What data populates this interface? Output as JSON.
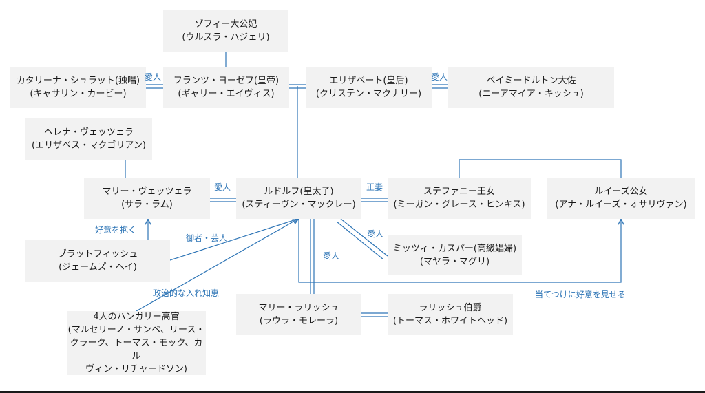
{
  "nodes": {
    "sophie": "ゾフィー大公妃\n(ウルスラ・ハジェリ)",
    "katharina": "カタリーナ・シュラット(独唱)\n(キャサリン・カービー)",
    "franz": "フランツ・ヨーゼフ(皇帝)\n(ギャリー・エイヴィス)",
    "elisabeth": "エリザベート(皇后)\n(クリステン・マクナリー)",
    "bay": "ベイミードルトン大佐\n(ニーアマイア・キッシュ)",
    "helene": "ヘレナ・ヴェッツェラ\n(エリザベス・マクゴリアン)",
    "mary": "マリー・ヴェッツェラ\n(サラ・ラム)",
    "rudolf": "ルドルフ(皇太子)\n(スティーヴン・マックレー)",
    "stephanie": "ステファニー王女\n(ミーガン・グレース・ヒンキス)",
    "louise": "ルイーズ公女\n(アナ・ルイーズ・オサリヴァン)",
    "bratfisch": "ブラットフィッシュ\n(ジェームズ・ヘイ)",
    "mitzi": "ミッツィ・カスパー(高級娼婦)\n(マヤラ・マグリ)",
    "larisch": "マリー・ラリッシュ\n(ラウラ・モレーラ)",
    "count_larisch": "ラリッシュ伯爵\n(トーマス・ホワイトヘッド)",
    "officers": "4人のハンガリー高官\n(マルセリーノ・サンベ、リース・\nクラーク、トーマス・モック、カル\nヴィン・リチャードソン)"
  },
  "edge_labels": {
    "lover_franz_katharina": "愛人",
    "lover_elisabeth_bay": "愛人",
    "lover_mary": "愛人",
    "wife": "正妻",
    "lover_mitzi": "愛人",
    "lover_larisch": "愛人",
    "crush": "好意を抱く",
    "coachman": "御者・芸人",
    "political": "政治的な入れ知恵",
    "flirt": "当てつけに好意を見せる"
  },
  "colors": {
    "node_fill": "#f2f2f2",
    "line": "#2e75b6",
    "text": "#1a1a1a"
  }
}
